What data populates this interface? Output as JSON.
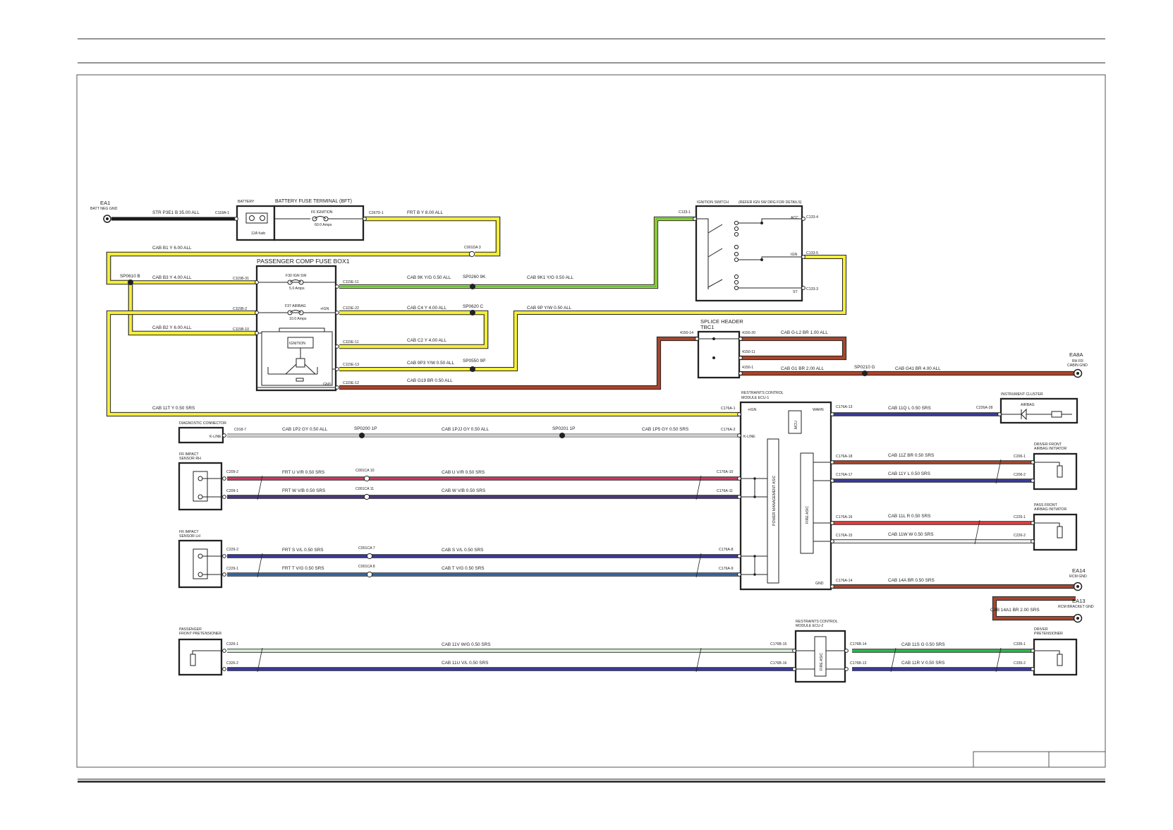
{
  "components": {
    "ea1": {
      "id": "EA1",
      "name": "BATT NEG GND"
    },
    "battery": {
      "name": "BATTERY",
      "fuse": "12A fusb"
    },
    "bft": {
      "name": "BATTERY FUSE TERMINAL (BFT)",
      "fuse": "F6 IGNITION",
      "amps": "60.0 Amps"
    },
    "fuse_box": {
      "name": "PASSENGER COMP FUSE BOX1",
      "fuse1": "F30 IGN SW",
      "fuse1_amps": "5.0 Amps",
      "fuse2": "F37 AIRBAG",
      "fuse2_amps": "10.0 Amps",
      "relay": "IGNITION",
      "ign_label": "+IGN",
      "gnd_label": "GND"
    },
    "ignition_switch": {
      "name": "IGNITION SWITCH",
      "note": "(REFER IGN SW DRG FOR DETAILS)",
      "acc": "ACC",
      "ign": "IGN",
      "st": "ST"
    },
    "splice_header": {
      "name": "SPLICE HEADER",
      "id": "TBC1"
    },
    "ea8a": {
      "id": "EA8A",
      "name1": "RH FR",
      "name2": "CABIN GND"
    },
    "rcm1": {
      "name1": "RESTRAINTS CONTROL",
      "name2": "MODULE ECU-1",
      "ign": "+IGN",
      "warn": "WARN",
      "kline": "K-LINE",
      "gnd": "GND",
      "mcu": "MCU",
      "pm": "POWER MANAGEMENT ASIC",
      "fire": "FIRE ASIC"
    },
    "cluster": {
      "name": "INSTRUMENT CLUSTER",
      "lamp": "AIRBAG"
    },
    "diag": {
      "name": "DIAGNOSTIC CONNECTOR",
      "kline": "K-LINE"
    },
    "fr_rh": {
      "name1": "FR IMPACT",
      "name2": "SENSOR RH"
    },
    "fr_lh": {
      "name1": "FR IMPACT",
      "name2": "SENSOR LH"
    },
    "driver_airbag": {
      "name1": "DRIVER FRONT",
      "name2": "AIRBAG INITIATOR"
    },
    "pass_airbag": {
      "name1": "PASS FRONT",
      "name2": "AIRBAG INITIATOR"
    },
    "ea14": {
      "id": "EA14",
      "name": "RCM GND"
    },
    "ea13": {
      "id": "EA13",
      "name": "RCM BRACKET GND"
    },
    "pass_pret": {
      "name1": "PASSENGER",
      "name2": "FRONT PRETENSIONER"
    },
    "rcm2": {
      "name1": "RESTRAINTS CONTROL",
      "name2": "MODULE ECU-2",
      "fire": "FIRE ASIC"
    },
    "drv_pret": {
      "name1": "DRIVER",
      "name2": "PRETENSIONER"
    }
  },
  "splices": {
    "sp0610": "SP0610 B",
    "sp0260": "SP0260 9K",
    "sp0620": "SP0620 C",
    "sp0550": "SP0550 9P",
    "sp0210": "SP0210 G",
    "sp0200": "SP0200 1P",
    "sp0201": "SP0201 1P"
  },
  "connectors": {
    "c118a1": "C118A-1",
    "c267d1": "C267D-1",
    "c001da3": "C001DA 3",
    "c115b31": "C115B-31",
    "c115b2": "C115B-2",
    "c115b10": "C115B-10",
    "c115e11a": "C115E-11",
    "c115e22": "C115E-22",
    "c115e11b": "C115E-11",
    "c115e13": "C115E-13",
    "c115e12": "C115E-12",
    "c1331": "C133-1",
    "c1334": "C133-4",
    "c1335": "C133-5",
    "c1333": "C133-3",
    "t415014": "4150-14",
    "t415020": "4150-20",
    "t415011": "4150-11",
    "t41501": "4150-1",
    "c176a1": "C176A-1",
    "c176a2": "C176A-2",
    "c176a13": "C176A-13",
    "c226a28": "C226A-28",
    "c0187": "C018-7",
    "c2092": "C209-2",
    "c2091": "C209-1",
    "c001ca10": "C001CA 10",
    "c001ca11": "C001CA 11",
    "c176a10": "C176A-10",
    "c176a11": "C176A-11",
    "c176a18": "C176A-18",
    "c176a17": "C176A-17",
    "c2061": "C206-1",
    "c2062": "C206-2",
    "c176a16": "C176A-16",
    "c176a15": "C176A-15",
    "c2261": "C226-1",
    "c2262": "C226-2",
    "c2292": "C229-2",
    "c2291": "C229-1",
    "c001ca7": "C001CA 7",
    "c001ca8": "C001CA 8",
    "c176a8": "C176A-8",
    "c176a9": "C176A-9",
    "c176a14": "C176A-14",
    "c3261": "C326-1",
    "c3262": "C326-2",
    "c176b15": "C176B-15",
    "c176b16": "C176B-16",
    "c176b14": "C176B-14",
    "c176b13": "C176B-13",
    "c3351": "C335-1",
    "c3352": "C335-2"
  },
  "wires": {
    "str": "STR   P3E1 B 35.00 ALL",
    "frt_b": "FRT   B Y 8.00 ALL",
    "b1": "CAB   B1 Y 6.00 ALL",
    "b3": "CAB   B3 Y 4.00 ALL",
    "b2": "CAB   B2 Y 6.00 ALL",
    "w9k": "CAB   9K Y/G 0.50 ALL",
    "w9k1": "CAB   9K1 Y/G 0.50 ALL",
    "c4": "CAB   C4 Y 4.00 ALL",
    "c2": "CAB   C2 Y 4.00 ALL",
    "w9p": "CAB   9P Y/W 0.50 ALL",
    "w9p3": "CAB   9P3 Y/W 0.50 ALL",
    "g19": "CAB   G19 BR 0.50 ALL",
    "gl2": "CAB   G-L2 BR 1.00 ALL",
    "g1": "CAB   G1 BR 2.00 ALL",
    "g41": "CAB   G41 BR 4.00 ALL",
    "w11t": "CAB   11T Y 0.50 SRS",
    "w11q": "CAB   11Q L 0.50 SRS",
    "w1p2": "CAB   1P2 GY 0.50 ALL",
    "w1pj": "CAB   1PJJ GY 0.50 ALL",
    "w1p5": "CAB   1P5 GY 0.50 SRS",
    "frt_u": "FRT   U V/R 0.50 SRS",
    "cab_u": "CAB   U V/R 0.50 SRS",
    "frt_w": "FRT   W V/B 0.50 SRS",
    "cab_w": "CAB   W V/B 0.50 SRS",
    "w11z": "CAB   11Z BR 0.50 SRS",
    "w11y": "CAB   11Y L 0.50 SRS",
    "w11l": "CAB   11L R 0.50 SRS",
    "w11w": "CAB   11W W 0.50 SRS",
    "frt_s": "FRT   S V/L 0.50 SRS",
    "cab_s": "CAB   S V/L 0.50 SRS",
    "frt_t": "FRT   T V/G 0.50 SRS",
    "cab_t": "CAB   T V/G 0.50 SRS",
    "w14a": "CAB   14A BR 0.50 SRS",
    "w14a1": "CAB   14A1 BR 2.00 SRS",
    "w11v": "CAB   11V W/G 0.50 SRS",
    "w11u": "CAB   11U V/L 0.50 SRS",
    "w11s": "CAB   11S G 0.50 SRS",
    "w11r": "CAB   11R V 0.50 SRS"
  },
  "colors": {
    "yellow": "#f4ee3a",
    "yellow_green": "#b6e23a",
    "brown": "#a9452c",
    "blue": "#3a3a9e",
    "violet_red": "#b23a8c",
    "violet_black": "#4a3a7a",
    "violet_green": "#2a8a9a",
    "red": "#e63b3b",
    "white": "#f2f2f2",
    "green": "#2ab84e",
    "white_green": "#d8efd8",
    "grey": "#c8c8c8",
    "black": "#1a1a1a"
  }
}
